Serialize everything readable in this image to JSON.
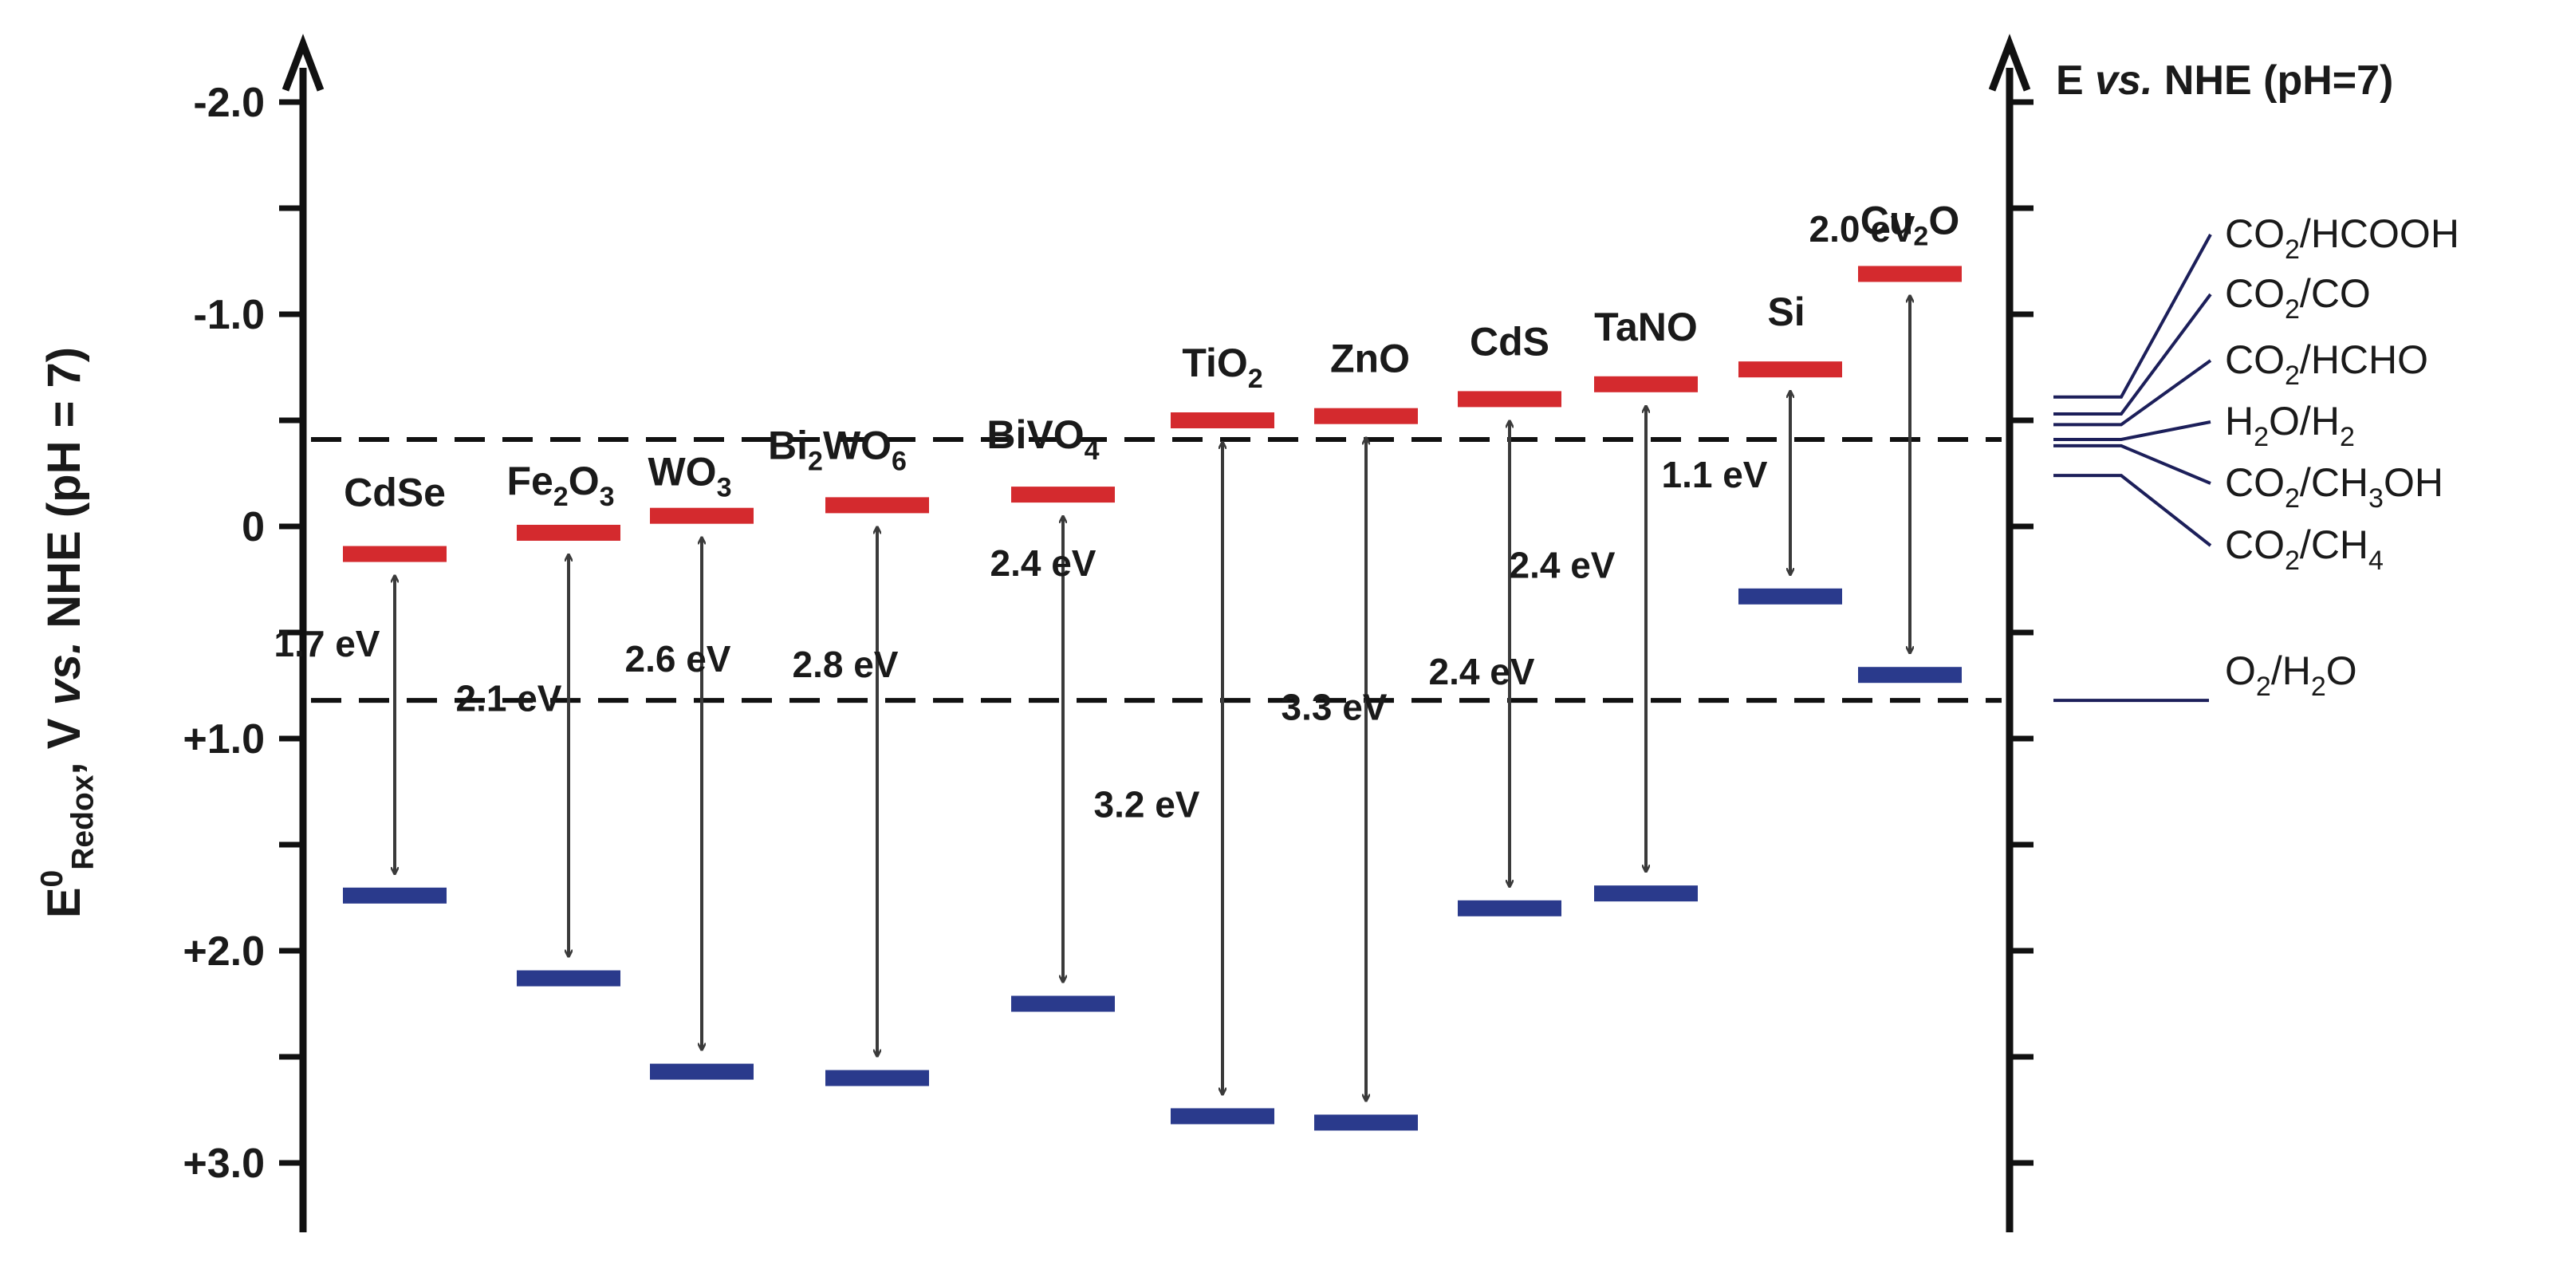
{
  "chart_data": {
    "type": "band-diagram",
    "ylabel_parts": {
      "main": "E",
      "sup": "0",
      "sub": "Redox",
      "rest_a": ", V ",
      "rest_italic": "vs.",
      "rest_b": " NHE (pH = 7)"
    },
    "right_title": {
      "a": "E ",
      "italic": "vs.",
      "b": " NHE (pH=7)"
    },
    "y_ticks": [
      {
        "value": -2.0,
        "label": "-2.0"
      },
      {
        "value": -1.0,
        "label": "-1.0"
      },
      {
        "value": 0.0,
        "label": "0"
      },
      {
        "value": 1.0,
        "label": "+1.0"
      },
      {
        "value": 2.0,
        "label": "+2.0"
      },
      {
        "value": 3.0,
        "label": "+3.0"
      }
    ],
    "ylim": [
      -2.35,
      3.35
    ],
    "inverted_y": true,
    "minor_tick_step": 0.5,
    "dashed_lines": [
      -0.41,
      0.82
    ],
    "colors": {
      "cb": "#d42a2e",
      "vb": "#2a3a8c",
      "arrow": "#3a3a3a",
      "leader": "#1c1f5a"
    },
    "materials": [
      {
        "label": "CdSe",
        "cb": 0.13,
        "vb": 1.74,
        "gap": "1.7 eV"
      },
      {
        "label": "Fe2O3",
        "parts": [
          [
            "Fe",
            ""
          ],
          [
            "2",
            "sub"
          ],
          [
            "O",
            ""
          ],
          [
            "3",
            "sub"
          ]
        ],
        "cb": 0.03,
        "vb": 2.13,
        "gap": "2.1 eV"
      },
      {
        "label": "WO3",
        "parts": [
          [
            "WO",
            ""
          ],
          [
            "3",
            "sub"
          ]
        ],
        "cb": -0.05,
        "vb": 2.57,
        "gap": "2.6 eV"
      },
      {
        "label": "Bi2WO6",
        "parts": [
          [
            "Bi",
            ""
          ],
          [
            "2",
            "sub"
          ],
          [
            "WO",
            ""
          ],
          [
            "6",
            "sub"
          ]
        ],
        "cb": -0.1,
        "vb": 2.6,
        "gap": "2.8 eV"
      },
      {
        "label": "BiVO4",
        "parts": [
          [
            "BiVO",
            ""
          ],
          [
            "4",
            "sub"
          ]
        ],
        "cb": -0.15,
        "vb": 2.25,
        "gap": "2.4 eV"
      },
      {
        "label": "TiO2",
        "parts": [
          [
            "TiO",
            ""
          ],
          [
            "2",
            "sub"
          ]
        ],
        "cb": -0.5,
        "vb": 2.78,
        "gap": "3.2 eV"
      },
      {
        "label": "ZnO",
        "cb": -0.52,
        "vb": 2.81,
        "gap": "3.3 eV"
      },
      {
        "label": "CdS",
        "cb": -0.6,
        "vb": 1.8,
        "gap": "2.4 eV"
      },
      {
        "label": "TaNO",
        "cb": -0.67,
        "vb": 1.73,
        "gap": "2.4 eV"
      },
      {
        "label": "Si",
        "cb": -0.74,
        "vb": 0.33,
        "gap": "1.1 eV"
      },
      {
        "label": "Cu2O",
        "parts": [
          [
            "Cu",
            ""
          ],
          [
            "2",
            "sub"
          ],
          [
            "O",
            ""
          ]
        ],
        "cb": -1.19,
        "vb": 0.7,
        "gap": "2.0 eV"
      }
    ],
    "redox_couples": [
      {
        "label": "CO2/HCOOH",
        "parts": [
          [
            "CO",
            ""
          ],
          [
            "2",
            "sub"
          ],
          [
            "/HCOOH",
            ""
          ]
        ],
        "potential": -0.61
      },
      {
        "label": "CO2/CO",
        "parts": [
          [
            "CO",
            ""
          ],
          [
            "2",
            "sub"
          ],
          [
            "/CO",
            ""
          ]
        ],
        "potential": -0.53
      },
      {
        "label": "CO2/HCHO",
        "parts": [
          [
            "CO",
            ""
          ],
          [
            "2",
            "sub"
          ],
          [
            "/HCHO",
            ""
          ]
        ],
        "potential": -0.48
      },
      {
        "label": "H2O/H2",
        "parts": [
          [
            "H",
            ""
          ],
          [
            "2",
            "sub"
          ],
          [
            "O/H",
            ""
          ],
          [
            "2",
            "sub"
          ]
        ],
        "potential": -0.41
      },
      {
        "label": "CO2/CH3OH",
        "parts": [
          [
            "CO",
            ""
          ],
          [
            "2",
            "sub"
          ],
          [
            "/CH",
            ""
          ],
          [
            "3",
            "sub"
          ],
          [
            "OH",
            ""
          ]
        ],
        "potential": -0.38
      },
      {
        "label": "CO2/CH4",
        "parts": [
          [
            "CO",
            ""
          ],
          [
            "2",
            "sub"
          ],
          [
            "/CH",
            ""
          ],
          [
            "4",
            "sub"
          ]
        ],
        "potential": -0.24
      },
      {
        "label": "O2/H2O",
        "parts": [
          [
            "O",
            ""
          ],
          [
            "2",
            "sub"
          ],
          [
            "/H",
            ""
          ],
          [
            "2",
            "sub"
          ],
          [
            "O",
            ""
          ]
        ],
        "potential": 0.82
      }
    ]
  }
}
